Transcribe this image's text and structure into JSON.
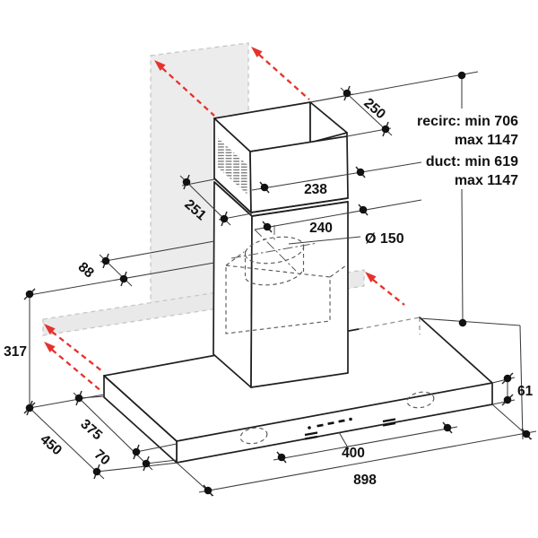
{
  "dimensions": {
    "d250": "250",
    "d238": "238",
    "d240": "240",
    "d251": "251",
    "d150": "Ø 150",
    "d88": "88",
    "d317": "317",
    "d450": "450",
    "d375": "375",
    "d70": "70",
    "d61": "61",
    "d400": "400",
    "d898": "898"
  },
  "height_range": {
    "recirc_line1": "recirc: min 706",
    "recirc_line2": "max 1147",
    "duct_line1": "duct: min 619",
    "duct_line2": "max 1147"
  },
  "colors": {
    "outline": "#1f1f1f",
    "dimension_line": "#3c3c3c",
    "arrow_red": "#e5322d",
    "panel_gray": "#ececec",
    "band_gray": "#e9e9e9",
    "label_text": "#111111"
  }
}
